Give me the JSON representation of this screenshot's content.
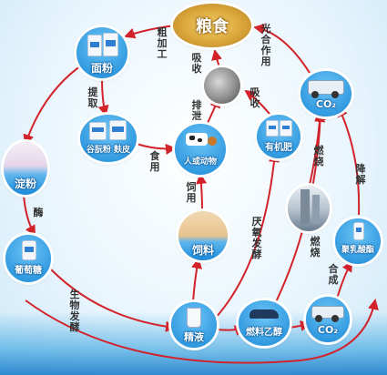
{
  "diagram": {
    "nodes": {
      "grain": "粮食",
      "flour": "面粉",
      "gluten_bran": "谷朊粉 麸皮",
      "starch": "淀粉",
      "glucose": "葡萄糖",
      "livestock": "人或动物",
      "feed": "饲料",
      "organic_fertilizer": "有机肥",
      "co2_top": "CO₂",
      "fuel_ethanol": "燃料乙醇",
      "co2_bottom": "CO₂",
      "polylactic_acid": "聚乳酸酯",
      "spent_wash": "精液"
    },
    "edges": {
      "process": "粗加工",
      "extract": "提取",
      "enzyme": "酶",
      "biofermentation": "生物发酵",
      "eat": "食用",
      "feed_use": "饲用",
      "excrete": "排泄",
      "absorb_left": "吸收",
      "absorb_right": "吸收",
      "photosynthesis": "光合作用",
      "anaerobic": "厌氧发酵",
      "burn_upper": "燃烧",
      "burn_lower": "燃烧",
      "synthesis": "合成",
      "degrade": "降解"
    }
  },
  "colors": {
    "arrow": "#d2232a",
    "node_blue": "#1a8ad8",
    "grain_gold": "#d9a53a"
  }
}
